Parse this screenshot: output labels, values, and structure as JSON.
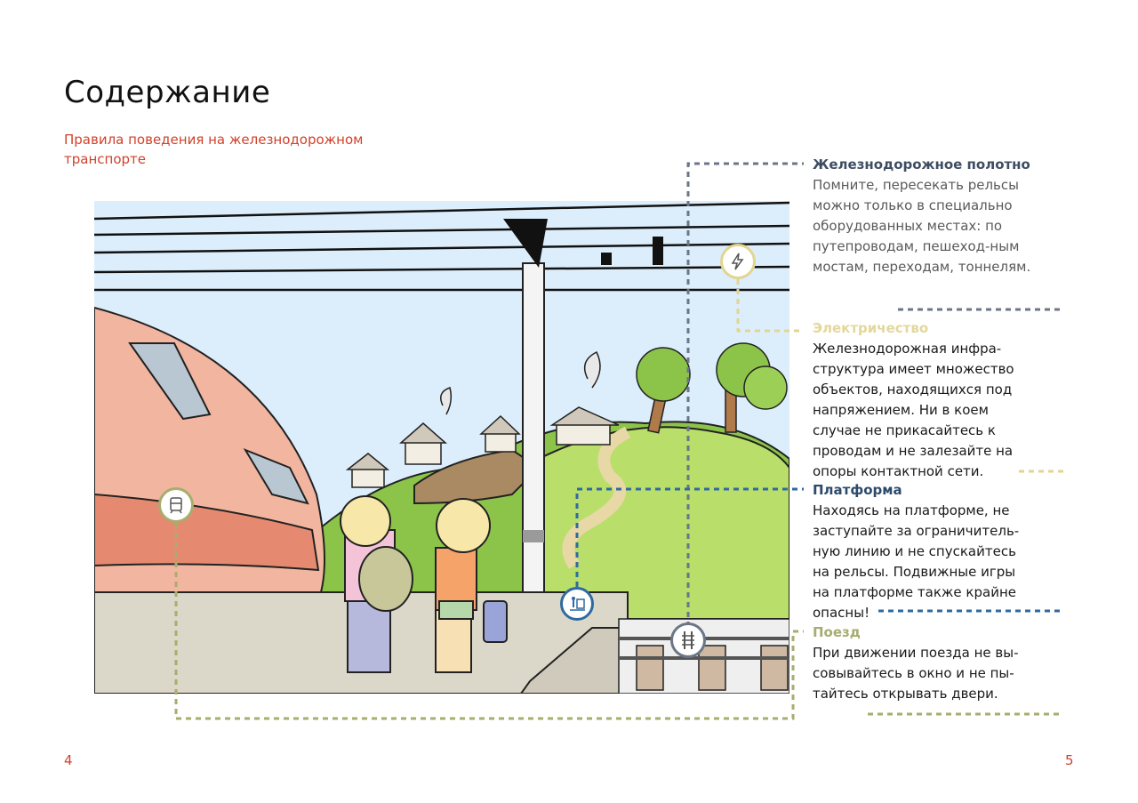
{
  "page": {
    "title": "Содержание",
    "subtitle": "Правила поведения на железнодорожном транспорте",
    "page_left": "4",
    "page_right": "5"
  },
  "sections": {
    "rail": {
      "heading": "Железнодорожное полотно",
      "text": "Помните, пересекать рельсы можно только в специально оборудованных местах: по путепроводам, пешеход-ным мостам, переходам, тоннелям."
    },
    "electricity": {
      "heading": "Электричество",
      "text": "Железнодорожная инфра-структура имеет множество объектов, находящихся под напряжением. Ни в коем случае не прикасайтесь к проводам и не залезайте на опоры контактной сети."
    },
    "platform": {
      "heading": "Платформа",
      "text": "Находясь на платформе, не заступайте за ограничитель-ную линию и не спускайтесь на рельсы. Подвижные игры на платформе также крайне опасны!"
    },
    "train": {
      "heading": "Поезд",
      "text": "При движении поезда не вы-совывайтесь в окно и не пы-тайтесь открывать двери."
    }
  },
  "colors": {
    "accent_red": "#d2412a",
    "rail": "#6b7686",
    "electricity": "#e2d58f",
    "platform": "#2e6aa0",
    "train": "#a8ad6d"
  },
  "icons": {
    "electricity": "lightning-icon",
    "train": "train-icon",
    "platform": "platform-icon",
    "rail": "rail-track-icon"
  }
}
